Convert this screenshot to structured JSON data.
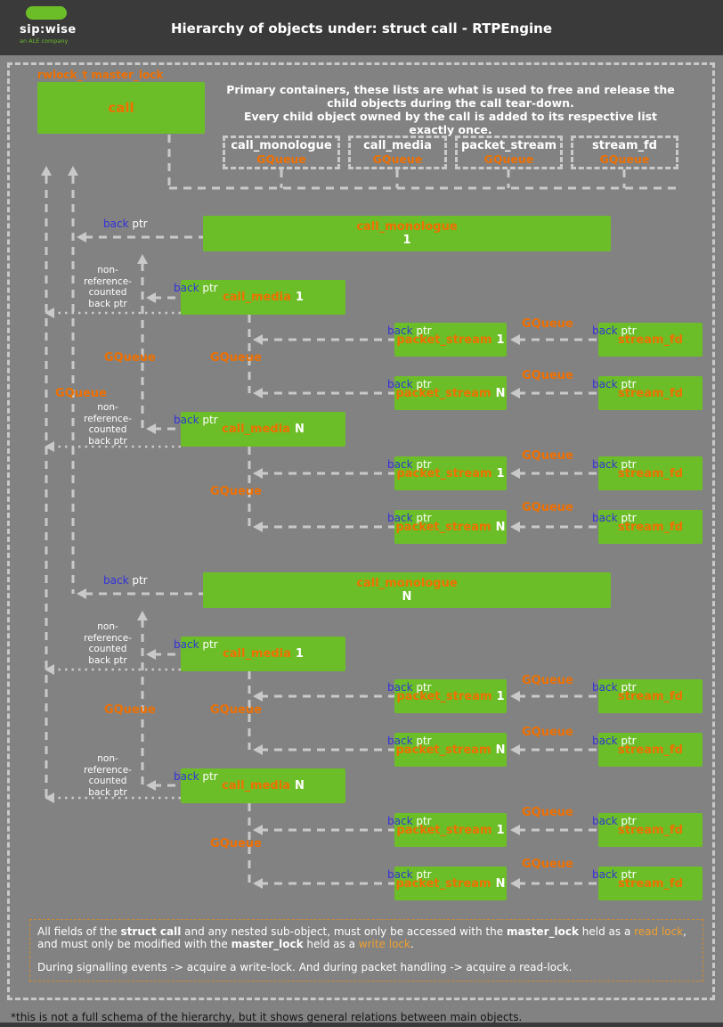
{
  "header": {
    "title": "Hierarchy of objects under: struct call - RTPEngine",
    "logo": {
      "brand": "sip:wise",
      "tagline": "an ALE company"
    }
  },
  "colors": {
    "green": "#6cbe28",
    "orange": "#ee7000",
    "blue": "#3232d8",
    "line": "#c9c9c9",
    "bg": "#828282",
    "header-bg": "#3a3a3a",
    "lock-orange": "#efa02f",
    "footer-border": "#cf8a2e"
  },
  "diagram": {
    "master_lock_label": "rwlock_t master_lock",
    "primary_note_line1": "Primary containers, these lists are what is used to free and release the child objects during the call tear-down.",
    "primary_note_line2": "Every child object owned by the call is added to its respective list exactly once.",
    "containers": [
      {
        "name": "call_monologue",
        "type": "GQueue"
      },
      {
        "name": "call_media",
        "type": "GQueue"
      },
      {
        "name": "packet_stream",
        "type": "GQueue"
      },
      {
        "name": "stream_fd",
        "type": "GQueue"
      }
    ],
    "strings": {
      "call": "call",
      "call_monologue": "call_monologue",
      "call_media": "call_media",
      "packet_stream": "packet_stream",
      "stream_fd": "stream_fd",
      "one": "1",
      "n": "N",
      "gqueue": "GQueue",
      "back": "back",
      "ptr": "ptr",
      "nonref1": "non-",
      "nonref2": "reference-",
      "nonref3": "counted",
      "nonref4": "back ptr"
    }
  },
  "footer_note": {
    "l1a": "All fields of the ",
    "l1b": "struct call",
    "l1c": " and any nested sub-object, must only be accessed with the ",
    "l1d": "master_lock",
    "l1e": " held as a ",
    "l1f": "read lock",
    "l1g": ",",
    "l2a": "and must only be modified with the ",
    "l2b": "master_lock",
    "l2c": " held as a ",
    "l2d": "write lock",
    "l2e": ".",
    "l3": "During signalling events -> acquire a write-lock. And during packet handling -> acquire a read-lock."
  },
  "footnote": "*this is not a full schema of the hierarchy, but it shows general relations between main objects."
}
